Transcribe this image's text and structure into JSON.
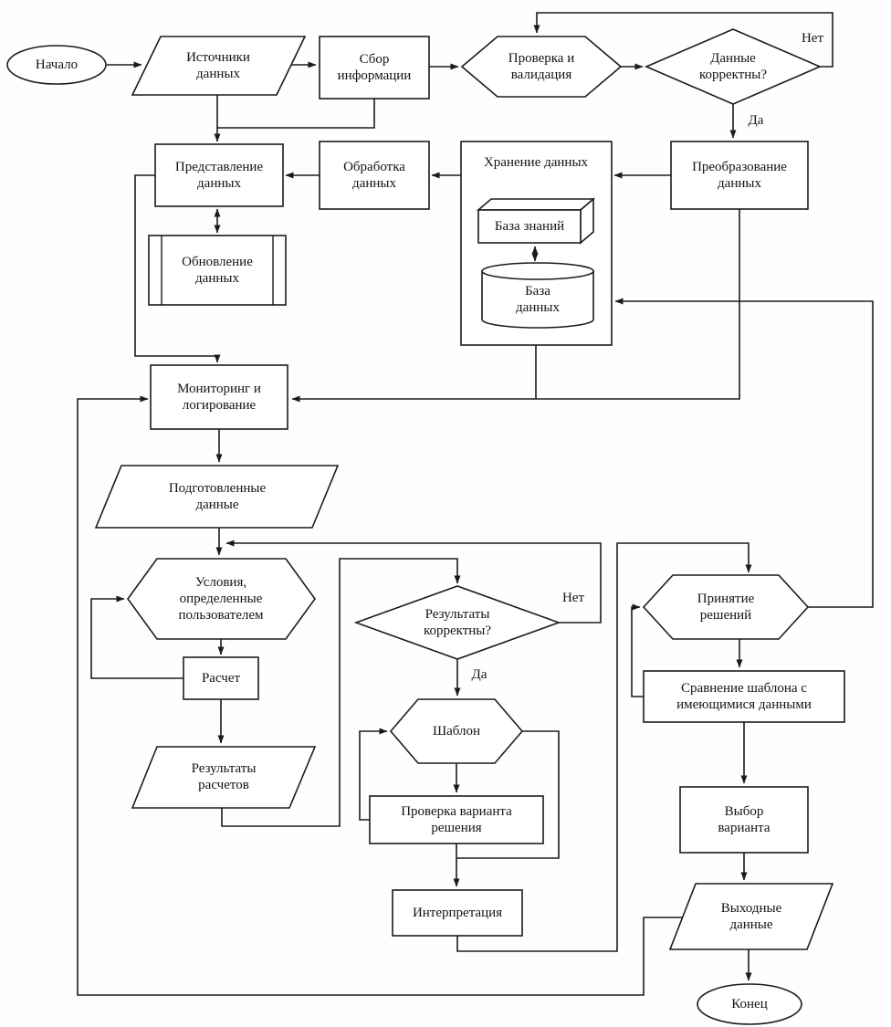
{
  "colors": {
    "stroke": "#1b1b1b",
    "background": "#ffffff",
    "text": "#141414"
  },
  "edge_labels": {
    "no_top": "Нет",
    "yes_top": "Да",
    "no_mid": "Нет",
    "yes_mid": "Да"
  },
  "nodes": {
    "start": {
      "type": "terminator",
      "label": "Начало"
    },
    "sources": {
      "type": "data",
      "label": "Источники данных"
    },
    "collect": {
      "type": "process",
      "label": "Сбор информации"
    },
    "validate": {
      "type": "preparation",
      "label": "Проверка и валидация"
    },
    "data_correct": {
      "type": "decision",
      "label": "Данные корректны?"
    },
    "transform": {
      "type": "process",
      "label": "Преобразование данных"
    },
    "storage": {
      "type": "container",
      "label": "Хранение данных"
    },
    "knowledge_base": {
      "type": "stored-data",
      "label": "База знаний"
    },
    "database": {
      "type": "database",
      "label": "База данных"
    },
    "processing": {
      "type": "process",
      "label": "Обработка данных"
    },
    "presentation": {
      "type": "process",
      "label": "Представление данных"
    },
    "update": {
      "type": "predefined-process",
      "label": "Обновление данных"
    },
    "monitoring": {
      "type": "process",
      "label": "Мониторинг и логирование"
    },
    "prepared": {
      "type": "data",
      "label": "Подготовленные данные"
    },
    "conditions": {
      "type": "preparation",
      "label": "Условия, определенные пользователем"
    },
    "calculation": {
      "type": "process",
      "label": "Расчет"
    },
    "calc_results": {
      "type": "data",
      "label": "Результаты расчетов"
    },
    "results_correct": {
      "type": "decision",
      "label": "Результаты корректны?"
    },
    "template": {
      "type": "preparation",
      "label": "Шаблон"
    },
    "check_variant": {
      "type": "process",
      "label": "Проверка варианта решения"
    },
    "interpretation": {
      "type": "process",
      "label": "Интерпретация"
    },
    "decision_making": {
      "type": "preparation",
      "label": "Принятие решений"
    },
    "compare": {
      "type": "process",
      "label": "Сравнение шаблона с имеющимися данными"
    },
    "choose_variant": {
      "type": "process",
      "label": "Выбор варианта"
    },
    "output": {
      "type": "data",
      "label": "Выходные данные"
    },
    "end": {
      "type": "terminator",
      "label": "Конец"
    }
  }
}
